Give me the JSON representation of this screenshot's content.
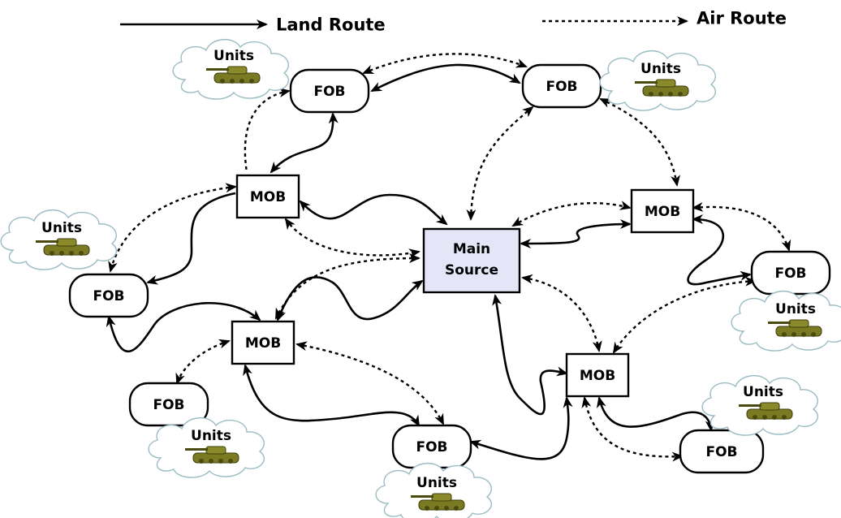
{
  "legend": {
    "land_label": "Land Route",
    "air_label": "Air Route"
  },
  "main_source": {
    "line1": "Main",
    "line2": "Source",
    "fill": "#e4e6f8"
  },
  "mob_label": "MOB",
  "fob_label": "FOB",
  "units_label": "Units",
  "colors": {
    "cloud_stroke": "#9bbcc4",
    "tank_body": "#7a7a22",
    "tank_dark": "#4a4a10"
  }
}
